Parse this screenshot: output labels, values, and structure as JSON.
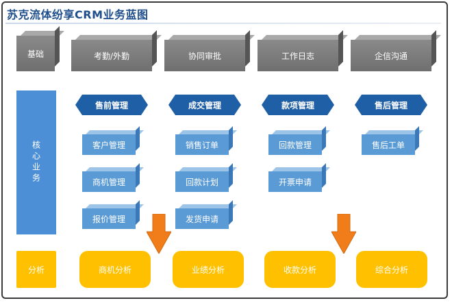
{
  "title": "苏克流体纷享CRM业务蓝图",
  "rows": {
    "base_label": "基础",
    "core_label": "核心业务",
    "analysis_label": "分析"
  },
  "base_items": [
    "考勤/外勤",
    "协同审批",
    "工作日志",
    "企信沟通"
  ],
  "columns": [
    {
      "header": "售前管理",
      "items": [
        "客户管理",
        "商机管理",
        "报价管理"
      ]
    },
    {
      "header": "成交管理",
      "items": [
        "销售订单",
        "回款计划",
        "发货申请"
      ]
    },
    {
      "header": "款项管理",
      "items": [
        "回款管理",
        "开票申请"
      ]
    },
    {
      "header": "售后管理",
      "items": [
        "售后工单"
      ]
    }
  ],
  "analysis_items": [
    "商机分析",
    "业绩分析",
    "收款分析",
    "综合分析"
  ],
  "colors": {
    "base_box": "#7b7b7b",
    "core_blue": "#4d8fd6",
    "item_blue": "#5b9bd5",
    "banner_blue": "#1f5fa6",
    "analysis_yellow": "#ffc000",
    "arrow_orange": "#f07d1a"
  }
}
